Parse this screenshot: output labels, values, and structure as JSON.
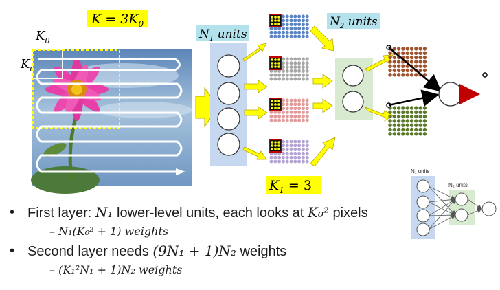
{
  "labels": {
    "k_eq": "K = 3K",
    "k_eq_sub": "0",
    "k0": "K",
    "k0_sub": "0",
    "n1_units": "N",
    "n1_sub": "1",
    "units_word": " units",
    "n2_units": "N",
    "n2_sub": "2",
    "k1_eq": "K",
    "k1_sub": "1",
    "k1_rest": " = 3"
  },
  "inset": {
    "n1_label": "N₁ units",
    "n2_label": "N₂ units"
  },
  "bullets": [
    {
      "lead": "First layer: ",
      "math": "N₁",
      "text": " lower-level units, each looks at ",
      "math2": "K₀²",
      "tail": " pixels",
      "sub": "–  N₁(K₀² + 1) weights"
    },
    {
      "lead": "Second layer needs ",
      "math": "(9N₁ + 1)N₂",
      "text": " weights",
      "sub": "–  (K₁²N₁ + 1)N₂ weights"
    }
  ],
  "colors": {
    "label_highlight": "#ffff00",
    "units_box": "#b4e2ec",
    "n1_panel": "#c5d8f0",
    "n2_panel": "#d8ead0",
    "arrow_yellow": "#ffff00",
    "grid_blue": "#5b84c4",
    "grid_gray": "#a6a6a6",
    "grid_pink": "#e29a9a",
    "grid_purple": "#b4a4d4",
    "grid_brown": "#a0522d",
    "grid_green": "#5a7a2a",
    "output_arrow": "#c00000"
  }
}
